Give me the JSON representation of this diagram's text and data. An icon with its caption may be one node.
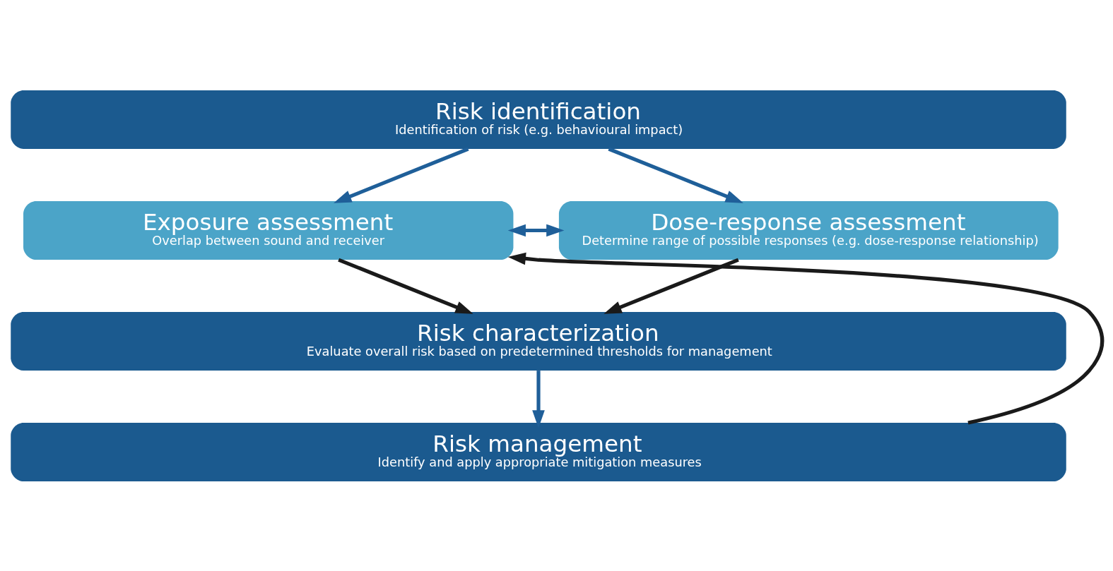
{
  "diagram": {
    "nodes": [
      {
        "text": [
          "Risk identification",
          "Identification of risk (e.g. behavioural impact)"
        ]
      },
      {
        "text": [
          "Exposure assessment",
          "Overlap between sound and receiver"
        ]
      },
      {
        "text": [
          "Dose-response assessment",
          "Determine range of possible responses (e.g. dose-response relationship)"
        ]
      },
      {
        "text": [
          "Risk characterization",
          "Evaluate overall risk based on predetermined thresholds for management"
        ]
      },
      {
        "text": [
          "Risk management",
          "Identify and apply appropriate mitigation measures"
        ]
      }
    ],
    "edges": [
      {
        "from": 0,
        "to": 1,
        "arrow": "to"
      },
      {
        "from": 0,
        "to": 2,
        "arrow": "to"
      },
      {
        "from": 1,
        "to": 2,
        "arrow": "both"
      },
      {
        "from": 1,
        "to": 3,
        "arrow": "to",
        "color": "#1a1a1a"
      },
      {
        "from": 2,
        "to": 3,
        "arrow": "to",
        "color": "#1a1a1a"
      },
      {
        "from": 3,
        "to": 4,
        "arrow": "to"
      },
      {
        "from": 4,
        "to": 1,
        "arrow": "to",
        "color": "#1a1a1a"
      }
    ]
  }
}
